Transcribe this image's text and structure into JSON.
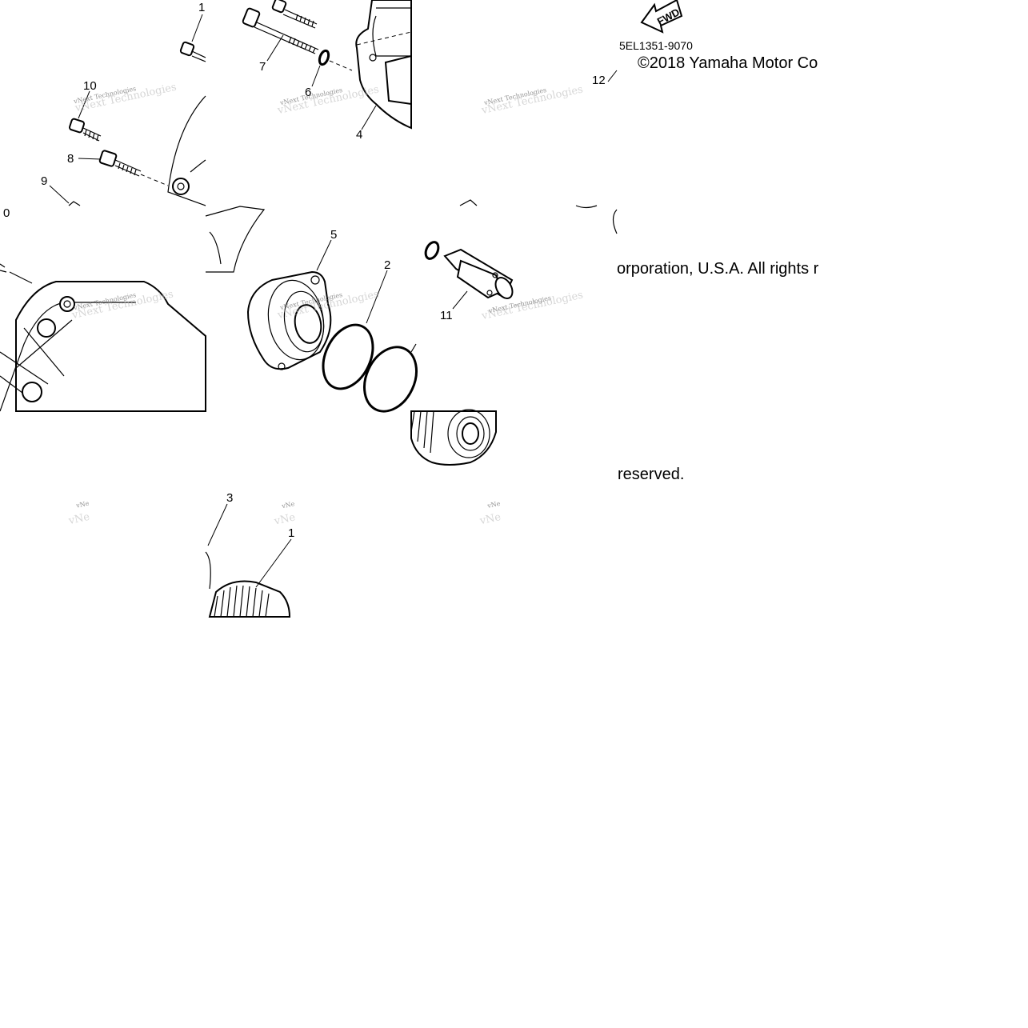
{
  "diagram": {
    "part_code": "5EL1351-9070",
    "copyright_lines": [
      "©2018 Yamaha Motor Co",
      "orporation, U.S.A. All rights r",
      "reserved."
    ],
    "fwd_label": "FWD",
    "watermark": "vNext Technologies",
    "watermark_fragment": "vNe",
    "callouts": {
      "c1_top": "1",
      "c10_upper": "10",
      "c8": "8",
      "c9": "9",
      "c10_lower": "0",
      "c7": "7",
      "c6": "6",
      "c4": "4",
      "c5": "5",
      "c2": "2",
      "c3": "3",
      "c1_lower": "1",
      "c11": "11",
      "c12": "12"
    }
  }
}
